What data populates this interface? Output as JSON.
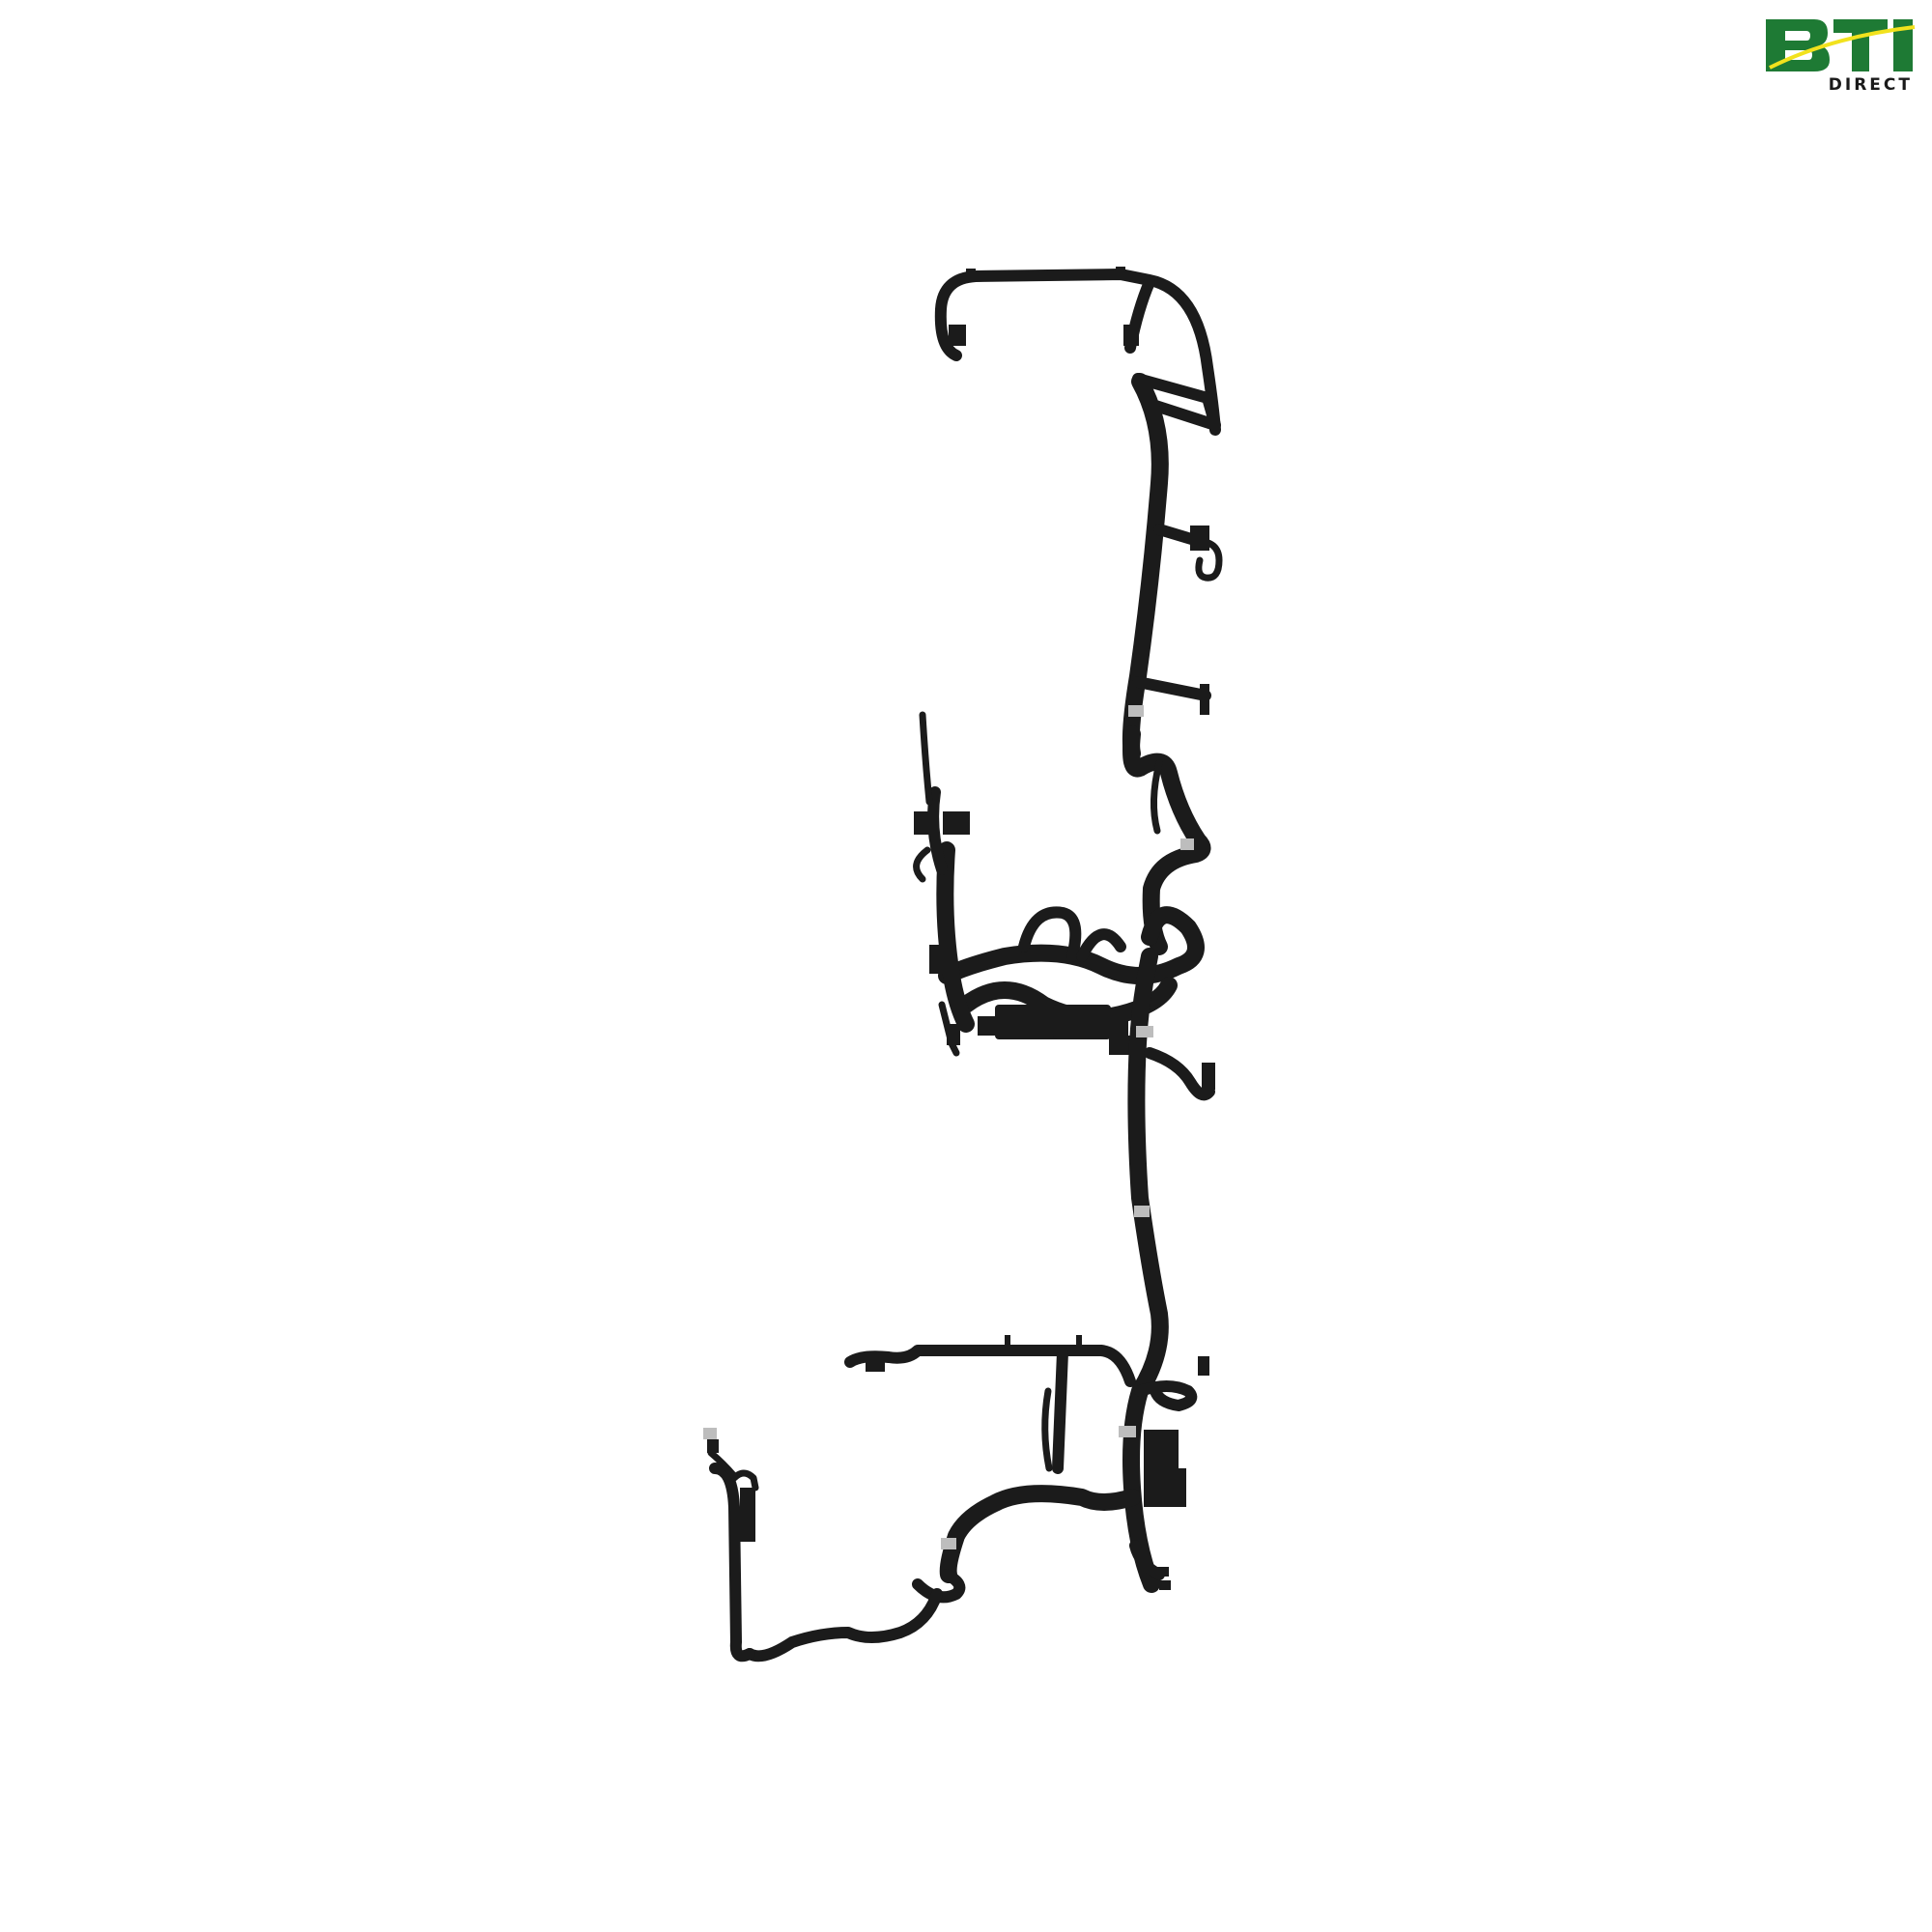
{
  "brand": {
    "logo_text": "BTI",
    "logo_subtext": "DIRECT",
    "colors": {
      "green": "#1e7a34",
      "yellow": "#f2e21d",
      "text_dark": "#1a1a1a"
    }
  },
  "product_image": {
    "subject": "wiring-harness",
    "background": "#ffffff",
    "harness_color": "#1b1b1b",
    "band_color": "#bdbdbd"
  }
}
